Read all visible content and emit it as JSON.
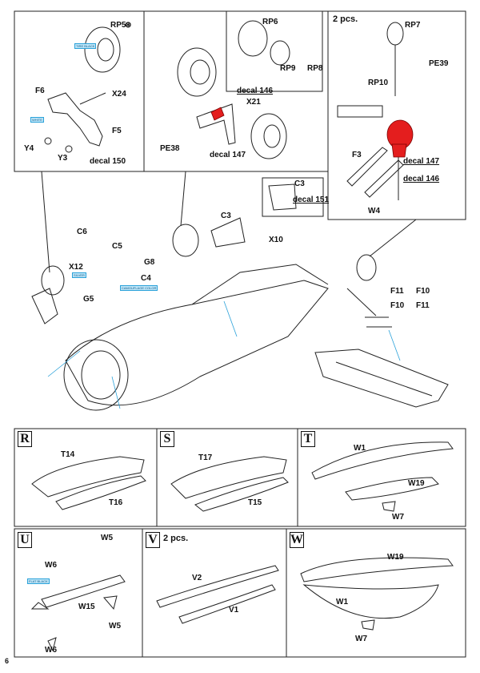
{
  "page_number": "6",
  "panels": {
    "rp5": {
      "label": "RP5",
      "parts": [
        "F6",
        "X24",
        "F5",
        "Y4",
        "Y3"
      ],
      "decal": "decal 150",
      "paint_tire": "TIRE BLACK",
      "paint_white": "WHITE"
    },
    "rp6": {
      "label": "RP6",
      "rp9": "RP9",
      "rp8": "RP8",
      "decal_a": "decal 146",
      "decal_b": "decal 147",
      "x21": "X21",
      "pe38": "PE38"
    },
    "rp7": {
      "title": "2 pcs.",
      "label": "RP7",
      "pe39": "PE39",
      "rp10": "RP10",
      "f3": "F3",
      "w4": "W4",
      "decal_a": "decal 147",
      "decal_b": "decal 146"
    },
    "main": {
      "c3_top": "C3",
      "decal_151": "decal 151",
      "c3": "C3",
      "x10": "X10",
      "c6": "C6",
      "c5": "C5",
      "c4": "C4",
      "g8": "G8",
      "x12": "X12",
      "g5": "G5",
      "f11_f10": "F11",
      "f10_arrow_a": "F10",
      "f10_f11": "F10",
      "f11_arrow_b": "F11",
      "camo": "CAMOUFLAGE COLOR",
      "silver": "SILVER"
    }
  },
  "sections": [
    {
      "letter": "R",
      "parts": [
        "T14",
        "T16"
      ]
    },
    {
      "letter": "S",
      "parts": [
        "T17",
        "T15"
      ]
    },
    {
      "letter": "T",
      "parts": [
        "W1",
        "W19",
        "W7"
      ]
    },
    {
      "letter": "U",
      "parts": [
        "W5",
        "W6",
        "W15",
        "W5",
        "W6"
      ],
      "flat_black": "FLAT BLACK"
    },
    {
      "letter": "V",
      "title": "2 pcs.",
      "parts": [
        "V2",
        "V1"
      ]
    },
    {
      "letter": "W",
      "parts": [
        "W19",
        "W1",
        "W7"
      ]
    }
  ]
}
